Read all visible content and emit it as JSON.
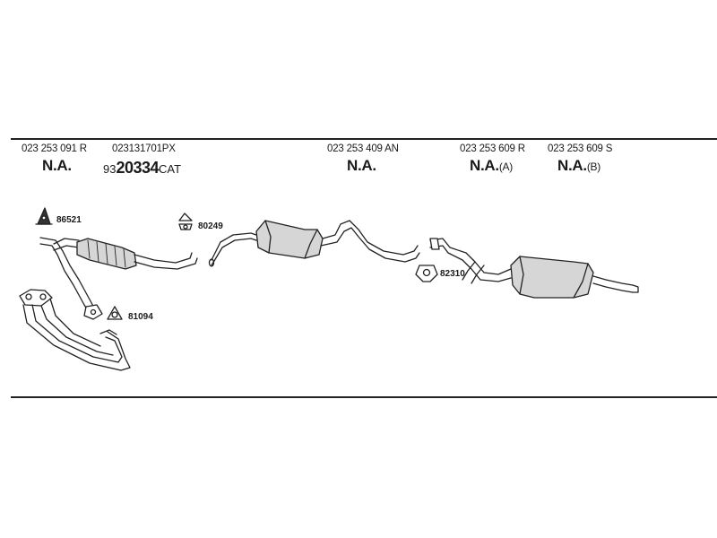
{
  "parts": [
    {
      "part_no": "023 253 091 R",
      "label": "N.A.",
      "suffix": ""
    },
    {
      "part_no": "023131701PX",
      "cat_prefix": "93",
      "cat_main": "20334",
      "cat_suffix": "CAT"
    },
    {
      "part_no": "023 253 409 AN",
      "label": "N.A.",
      "suffix": ""
    },
    {
      "part_no": "023 253 609 R",
      "label": "N.A.",
      "suffix": "(A)"
    },
    {
      "part_no": "023 253 609 S",
      "label": "N.A.",
      "suffix": "(B)"
    }
  ],
  "callouts": [
    "86521",
    "80249",
    "81094",
    "82310"
  ]
}
